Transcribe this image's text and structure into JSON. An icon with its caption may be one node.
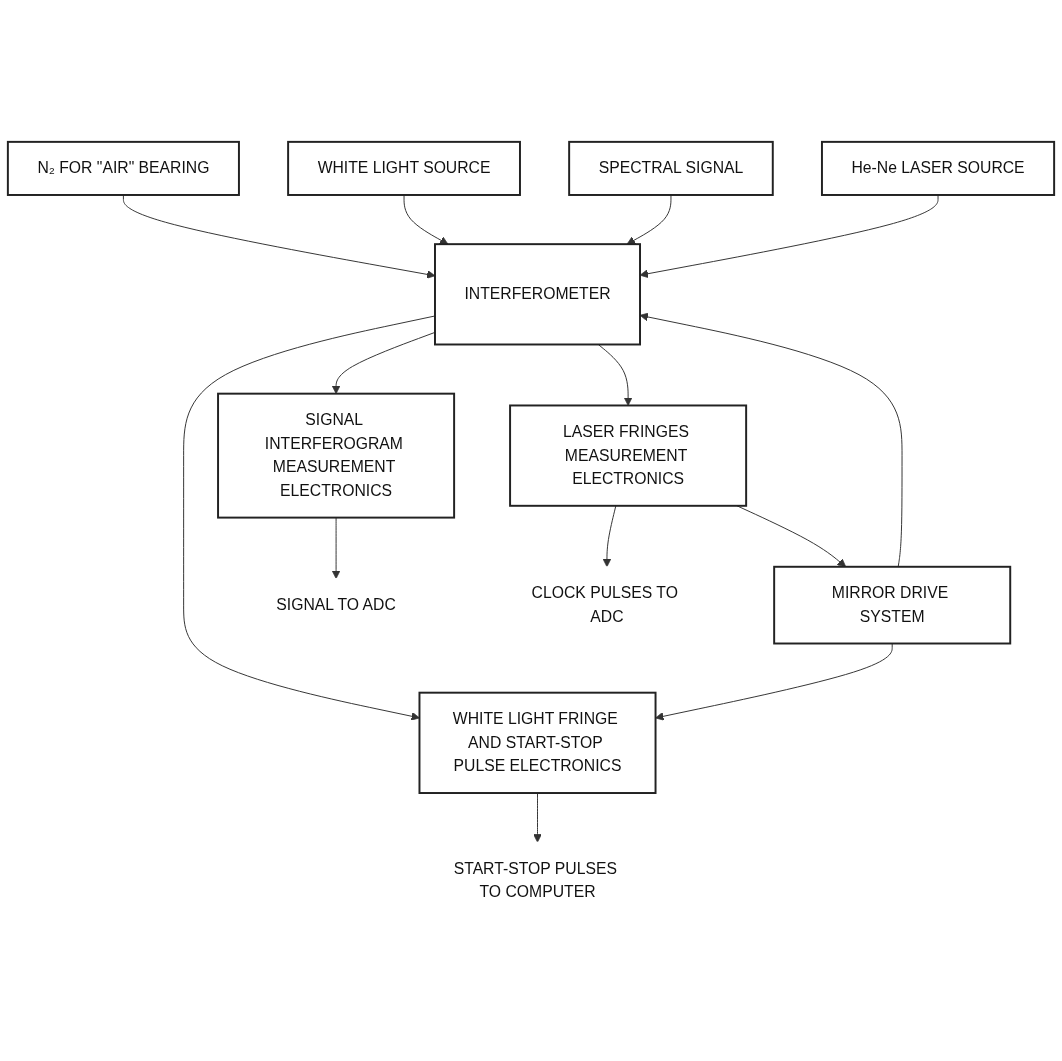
{
  "diagram": {
    "nodes": [
      {
        "text": [
          "N₂ FOR \"AIR\" BEARING"
        ]
      },
      {
        "text": [
          "MIRROR DRIVE SYSTEM"
        ]
      },
      {
        "text": [
          "WHITE LIGHT SOURCE"
        ]
      },
      {
        "text": [
          "SPECTRAL SIGNAL"
        ]
      },
      {
        "text": [
          "INTERFEROMETER"
        ]
      },
      {
        "text": [
          "He-Ne LASER SOURCE"
        ]
      },
      {
        "text": [
          "SIGNAL INTERFEROGRAM MEASUREMENT ELECTRONICS"
        ]
      },
      {
        "text": [
          "WHITE LIGHT FRINGE AND START-STOP PULSE ELECTRONICS"
        ]
      },
      {
        "text": [
          "LASER FRINGES MEASUREMENT ELECTRONICS"
        ]
      },
      {
        "text": [
          "SIGNAL TO ADC"
        ]
      },
      {
        "text": [
          "START-STOP PULSES TO COMPUTER"
        ]
      },
      {
        "text": [
          "CLOCK PULSES TO ADC"
        ]
      }
    ],
    "edges": [
      {
        "from": 0,
        "to": 4,
        "arrow": "to"
      },
      {
        "from": 1,
        "to": 4,
        "arrow": "to"
      },
      {
        "from": 2,
        "to": 4,
        "arrow": "to"
      },
      {
        "from": 3,
        "to": 4,
        "arrow": "to"
      },
      {
        "from": 5,
        "to": 4,
        "arrow": "to"
      },
      {
        "from": 4,
        "to": 6,
        "arrow": "to"
      },
      {
        "from": 4,
        "to": 7,
        "arrow": "to"
      },
      {
        "from": 1,
        "to": 7,
        "arrow": "to"
      },
      {
        "from": 4,
        "to": 8,
        "arrow": "to"
      },
      {
        "from": 8,
        "to": 1,
        "arrow": "to"
      },
      {
        "from": 6,
        "to": 9,
        "arrow": "to"
      },
      {
        "from": 7,
        "to": 10,
        "arrow": "to"
      },
      {
        "from": 8,
        "to": 11,
        "arrow": "to"
      }
    ]
  }
}
